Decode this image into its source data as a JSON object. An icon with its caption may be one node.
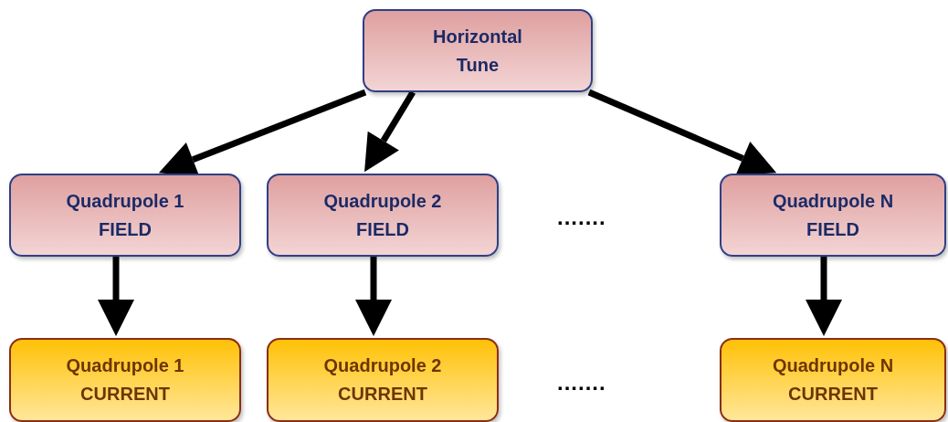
{
  "diagram": {
    "nodes": [
      {
        "text": [
          "Horizontal Tune"
        ]
      },
      {
        "text": [
          "Quadrupole 1",
          "FIELD"
        ]
      },
      {
        "text": [
          "Quadrupole 2",
          "FIELD"
        ]
      },
      {
        "text": [
          "Quadrupole N",
          "FIELD"
        ]
      },
      {
        "text": [
          "Quadrupole 1",
          "CURRENT"
        ]
      },
      {
        "text": [
          "Quadrupole 2",
          "CURRENT"
        ]
      },
      {
        "text": [
          "Quadrupole N",
          "CURRENT"
        ]
      }
    ],
    "edges": [
      {
        "from": 0,
        "to": 1,
        "arrow": "to"
      },
      {
        "from": 0,
        "to": 2,
        "arrow": "to"
      },
      {
        "from": 0,
        "to": 3,
        "arrow": "to"
      },
      {
        "from": 1,
        "to": 4,
        "arrow": "to"
      },
      {
        "from": 2,
        "to": 5,
        "arrow": "to"
      },
      {
        "from": 3,
        "to": 6,
        "arrow": "to"
      }
    ],
    "labels": [
      ".......",
      "......."
    ]
  }
}
